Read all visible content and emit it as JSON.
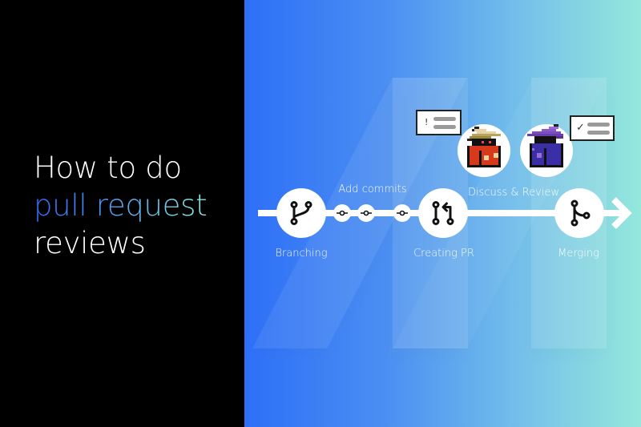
{
  "headline": {
    "line1": "How to do",
    "line2": "pull request",
    "line3": "reviews"
  },
  "colors": {
    "left_background": "#000000",
    "gradient_start": "#2d6ff7",
    "gradient_end": "#95e8dc",
    "text": "#ffffff",
    "icon_stroke": "#111111"
  },
  "timeline": {
    "steps": [
      {
        "label": "Branching",
        "icon": "git-branch-icon"
      },
      {
        "label": "Add commits",
        "icon": "git-commit-icon",
        "count": 3
      },
      {
        "label": "Creating PR",
        "icon": "git-pull-request-icon"
      },
      {
        "label": "Discuss & Review",
        "icon": "pixel-wizard-avatars"
      },
      {
        "label": "Merging",
        "icon": "git-merge-icon"
      }
    ]
  },
  "review": {
    "reviewer1": {
      "bubble_mark": "!",
      "hat_color": "#c9b27a",
      "robe_color": "#d63a1a"
    },
    "reviewer2": {
      "bubble_mark": "✓",
      "hat_color": "#7a4fbf",
      "robe_color": "#3b2fa8"
    }
  }
}
